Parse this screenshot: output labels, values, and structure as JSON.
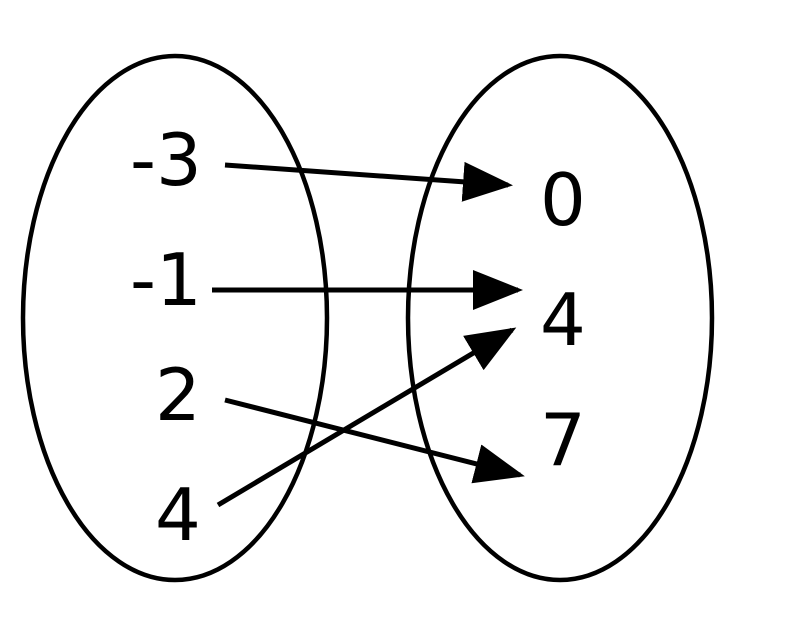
{
  "mapping_diagram": {
    "domain": [
      "-3",
      "-1",
      "2",
      "4"
    ],
    "range": [
      "0",
      "4",
      "7"
    ],
    "mappings": [
      {
        "from": "-3",
        "to": "0"
      },
      {
        "from": "-1",
        "to": "4"
      },
      {
        "from": "2",
        "to": "7"
      },
      {
        "from": "4",
        "to": "4"
      }
    ]
  }
}
